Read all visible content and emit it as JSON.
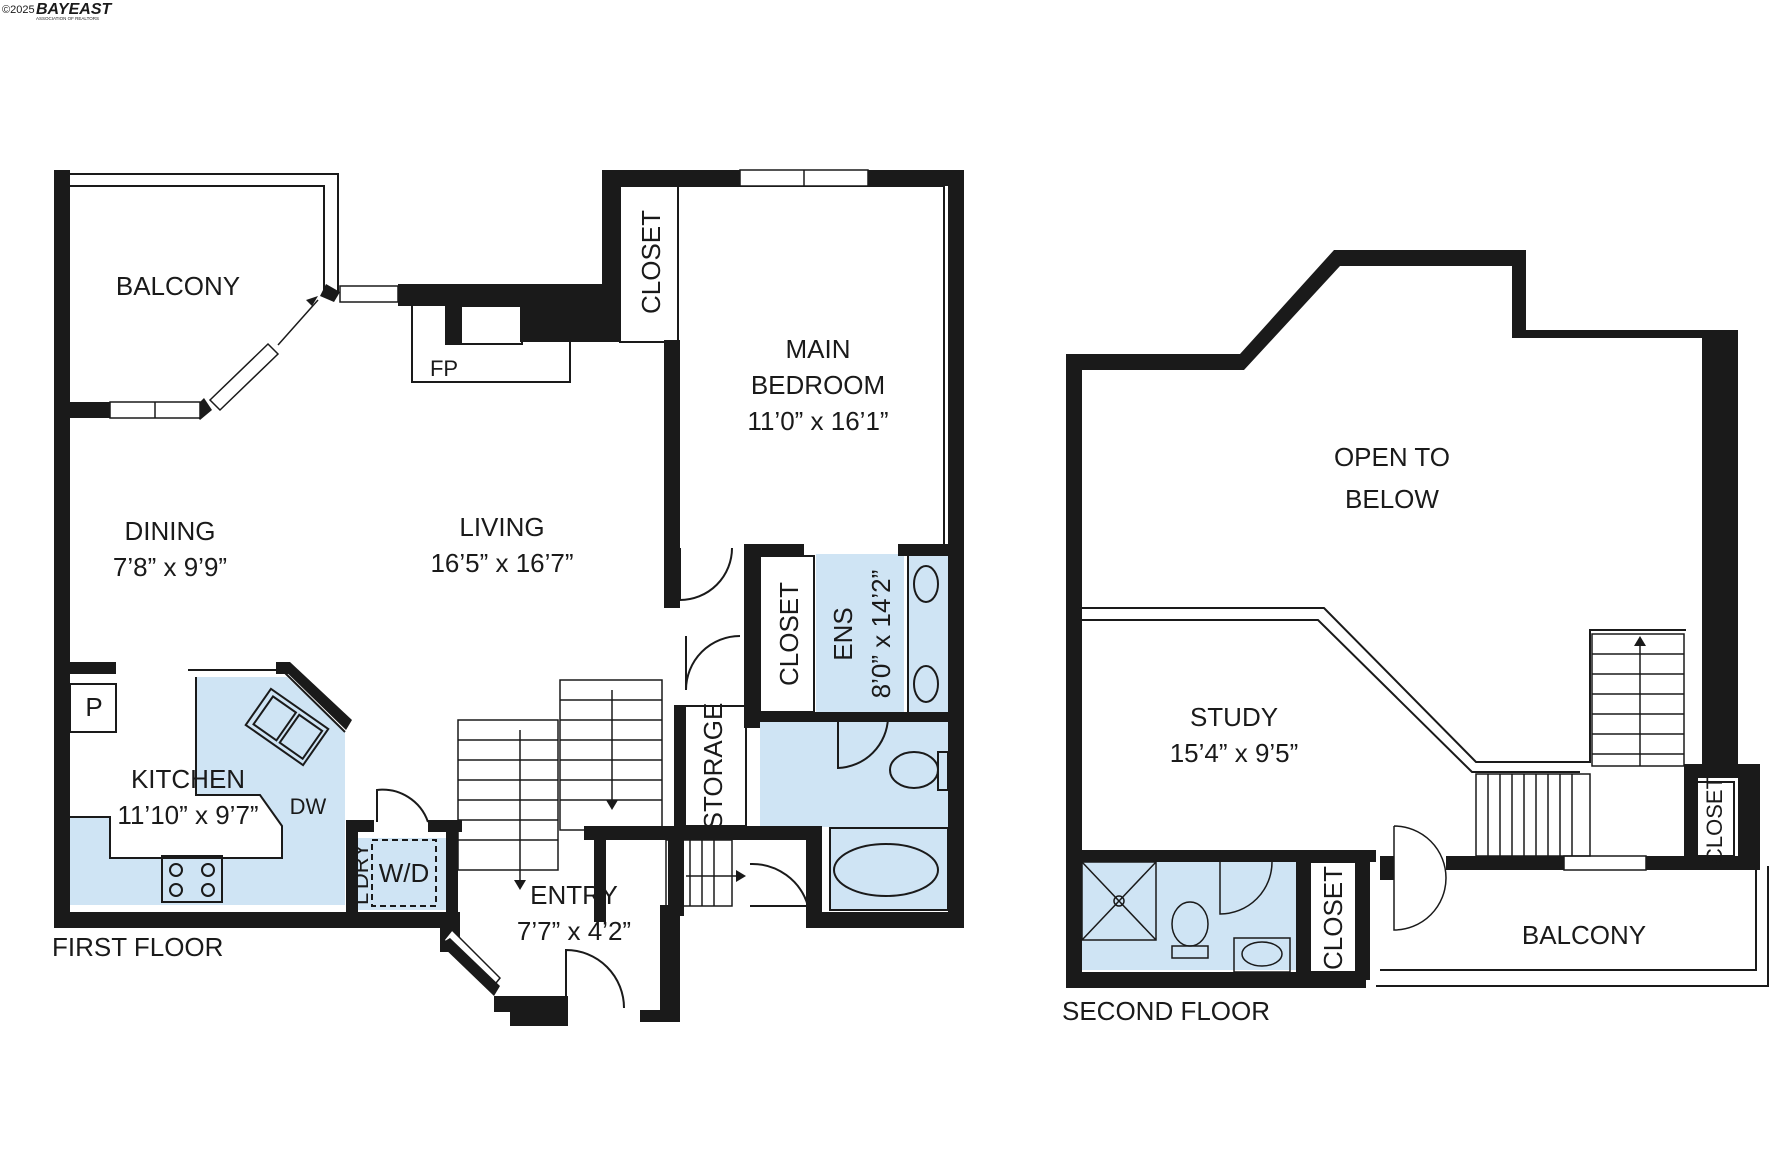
{
  "watermark": {
    "copyright": "©2025",
    "brand": "BAYEAST",
    "brand_sub": "ASSOCIATION OF REALTORS"
  },
  "first_floor": {
    "caption": "FIRST FLOOR",
    "rooms": {
      "balcony": "BALCONY",
      "fp": "FP",
      "closet_top": "CLOSET",
      "main_bedroom": {
        "name_line1": "MAIN",
        "name_line2": "BEDROOM",
        "size": "11’0” x 16’1”"
      },
      "dining": {
        "name": "DINING",
        "size": "7’8” x 9’9”"
      },
      "living": {
        "name": "LIVING",
        "size": "16’5” x 16’7”"
      },
      "closet_mid": "CLOSET",
      "ens": {
        "name": "ENS",
        "size": "8’0” x 14’2”"
      },
      "pantry": "P",
      "kitchen": {
        "name": "KITCHEN",
        "size": "11’10” x 9’7”"
      },
      "dw": "DW",
      "storage": "STORAGE",
      "laundry": "L’DRY",
      "wd": "W/D",
      "entry": {
        "name": "ENTRY",
        "size": "7’7” x 4’2”"
      }
    }
  },
  "second_floor": {
    "caption": "SECOND FLOOR",
    "rooms": {
      "open": {
        "line1": "OPEN TO",
        "line2": "BELOW"
      },
      "study": {
        "name": "STUDY",
        "size": "15’4” x 9’5”"
      },
      "closet_right": "CLOSET",
      "closet_bottom": "CLOSET",
      "balcony": "BALCONY"
    }
  },
  "colors": {
    "wall": "#1a1a1a",
    "wet_area": "#cfe4f4",
    "background": "#ffffff"
  }
}
